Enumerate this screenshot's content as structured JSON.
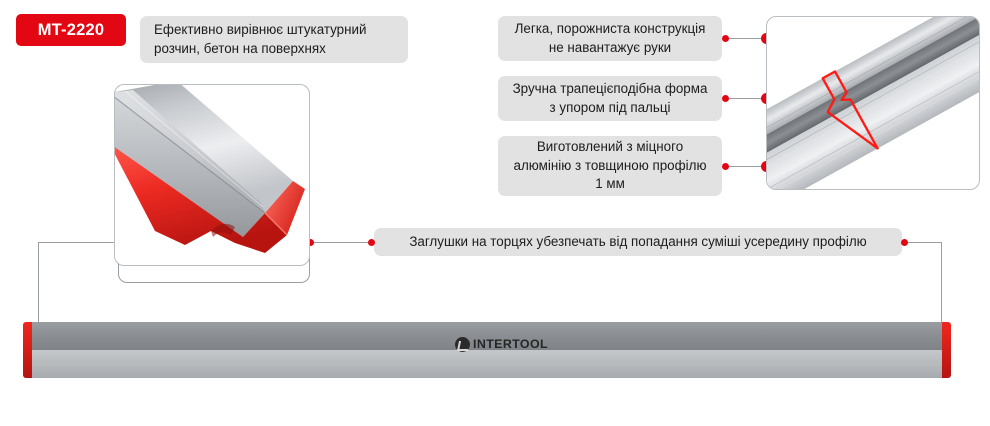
{
  "product": {
    "sku": "MT-2220",
    "sku_badge_color": "#e30613",
    "brand": "INTERTOOL",
    "brand_mark_icon": "intertool-logo-icon"
  },
  "colors": {
    "accent_red": "#e30613",
    "callout_background": "#e2e2e2",
    "callout_text": "#1c1c1c",
    "connector_line": "#9a9da1",
    "bar_metal_top": "#8e9195",
    "bar_metal_bottom": "#b9bcbf"
  },
  "callouts": {
    "headline": "Ефективно вирівнює штукатурний розчин, бетон на поверхнях",
    "light": "Легка, порожниста конструкція не навантажує руки",
    "shape": "Зручна трапецієподібна форма з упором під пальці",
    "aluminium": "Виготовлений з міцного алюмінію з товщиною профілю 1 мм",
    "caps": "Заглушки на торцях убезпечать від попадання суміші усередину профілю"
  },
  "photos": {
    "profile": {
      "name": "trapezoidal-rule-end-cap-photo",
      "alt": "Трапецієподібний алюмінієвий профіль з червоною заглушкою"
    },
    "section": {
      "name": "profile-cross-section-photo",
      "alt": "Порожнистий алюмінієвий профіль з виділеним перерізом"
    }
  }
}
